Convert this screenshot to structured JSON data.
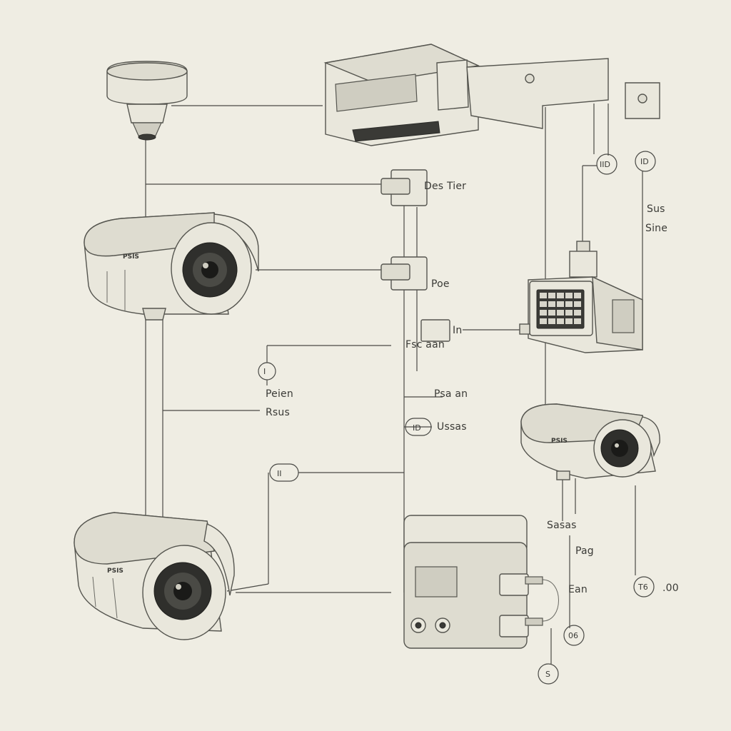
{
  "labels": {
    "l1": "Des Tier",
    "l2": "Poe",
    "l3": "In",
    "l4": "Fsc aan",
    "l5": "Peien",
    "l6": "Rsus",
    "l7": "Psa an",
    "l8": "Ussas",
    "l9": "Sus",
    "l10": "Sine",
    "l11": "Sasas",
    "l12": "Pag",
    "l13": "Ean",
    "l14": ".00"
  },
  "badges": {
    "b1": "IID",
    "b2": "ID",
    "b3": "I",
    "b4": "II",
    "b5": "ID",
    "b6": "T6",
    "b7": "06",
    "b8": "S"
  },
  "brands": {
    "cam1": "PSIS",
    "cam2": "PSIS",
    "cam3": "PSIS"
  }
}
